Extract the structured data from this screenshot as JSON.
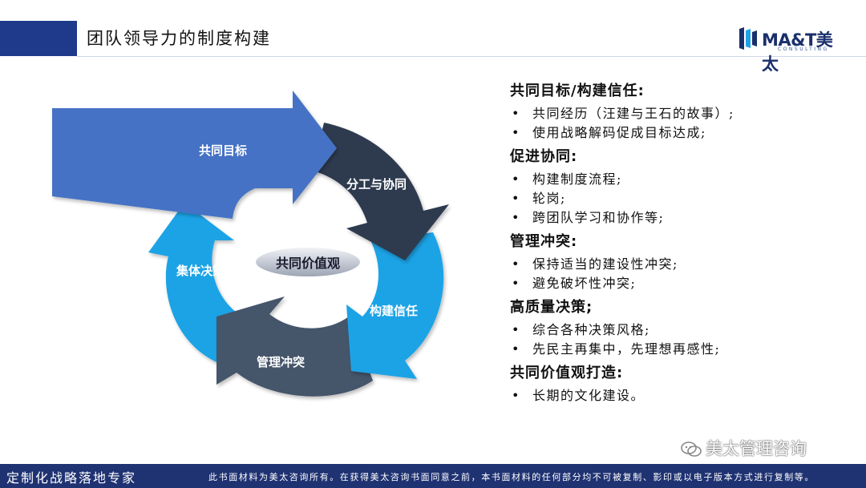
{
  "header": {
    "title": "团队领导力的制度构建",
    "logo_text": "MA&T美太",
    "logo_subtext": "CONSULTING"
  },
  "diagram": {
    "center": "共同价值观",
    "segments": [
      {
        "label": "共同目标",
        "color": "#4472c4"
      },
      {
        "label": "分工与协同",
        "color": "#2e3a4f"
      },
      {
        "label": "构建信任",
        "color": "#1fa3e6"
      },
      {
        "label": "管理冲突",
        "color": "#44546a"
      },
      {
        "label": "集体决策",
        "color": "#1fa3e6"
      }
    ]
  },
  "sections": [
    {
      "heading": "共同目标/构建信任:",
      "items": [
        "共同经历（汪建与王石的故事）;",
        "使用战略解码促成目标达成;"
      ]
    },
    {
      "heading": "促进协同:",
      "items": [
        "构建制度流程;",
        "轮岗;",
        "跨团队学习和协作等;"
      ]
    },
    {
      "heading": "管理冲突:",
      "items": [
        "保持适当的建设性冲突;",
        "避免破坏性冲突;"
      ]
    },
    {
      "heading": "高质量决策;",
      "items": [
        "综合各种决策风格;",
        "先民主再集中，先理想再感性;"
      ]
    },
    {
      "heading": "共同价值观打造:",
      "items": [
        "长期的文化建设。"
      ]
    }
  ],
  "footer": {
    "slogan": "定制化战略落地专家",
    "note": "此书面材料为美太咨询所有。在获得美太咨询书面同意之前，本书面材料的任何部分均不可被复制、影印或以电子版本方式进行复制等。"
  },
  "watermark": {
    "text": "美太管理咨询",
    "icon": "wechat-icon"
  }
}
